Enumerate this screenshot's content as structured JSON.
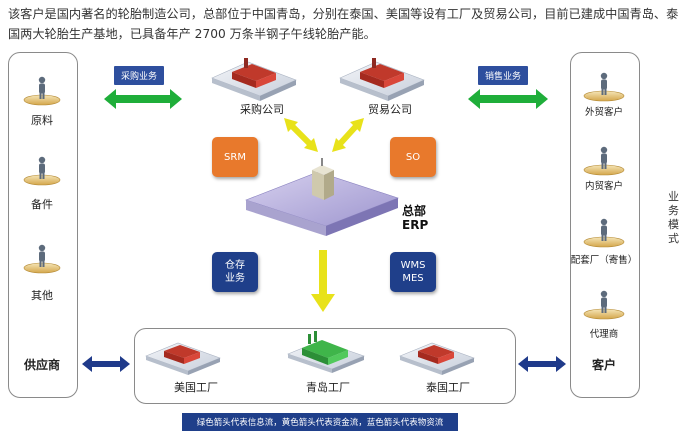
{
  "intro_text": "该客户是国内著名的轮胎制造公司，总部位于中国青岛，分别在泰国、美国等设有工厂及贸易公司，目前已建成中国青岛、泰国两大轮胎生产基地，已具备年产 2700 万条半钢子午线轮胎产能。",
  "suppliers": {
    "items": [
      "原料",
      "备件",
      "其他"
    ],
    "title": "供应商"
  },
  "customers": {
    "items": [
      "外贸客户",
      "内贸客户",
      "配套厂（寄售）",
      "代理商"
    ],
    "title": "客户"
  },
  "side_title": "业务模式",
  "pills": {
    "purchase_business": "采购业务",
    "sales_business": "销售业务"
  },
  "companies": {
    "purchase": "采购公司",
    "trade": "贸易公司"
  },
  "boxes": {
    "srm": "SRM",
    "so": "SO",
    "warehouse": "仓存\n业务",
    "wms": "WMS\nMES"
  },
  "hq": {
    "line1": "总部",
    "line2": "ERP"
  },
  "factories": [
    "美国工厂",
    "青岛工厂",
    "泰国工厂"
  ],
  "legend": "绿色箭头代表信息流，黄色箭头代表资金流，蓝色箭头代表物资流",
  "colors": {
    "green_arrow": "#1fae3a",
    "yellow_arrow": "#e8e21a",
    "blue_arrow": "#1f3a8a",
    "orange_box": "#e8792c",
    "navy_box": "#1f3f8a"
  }
}
